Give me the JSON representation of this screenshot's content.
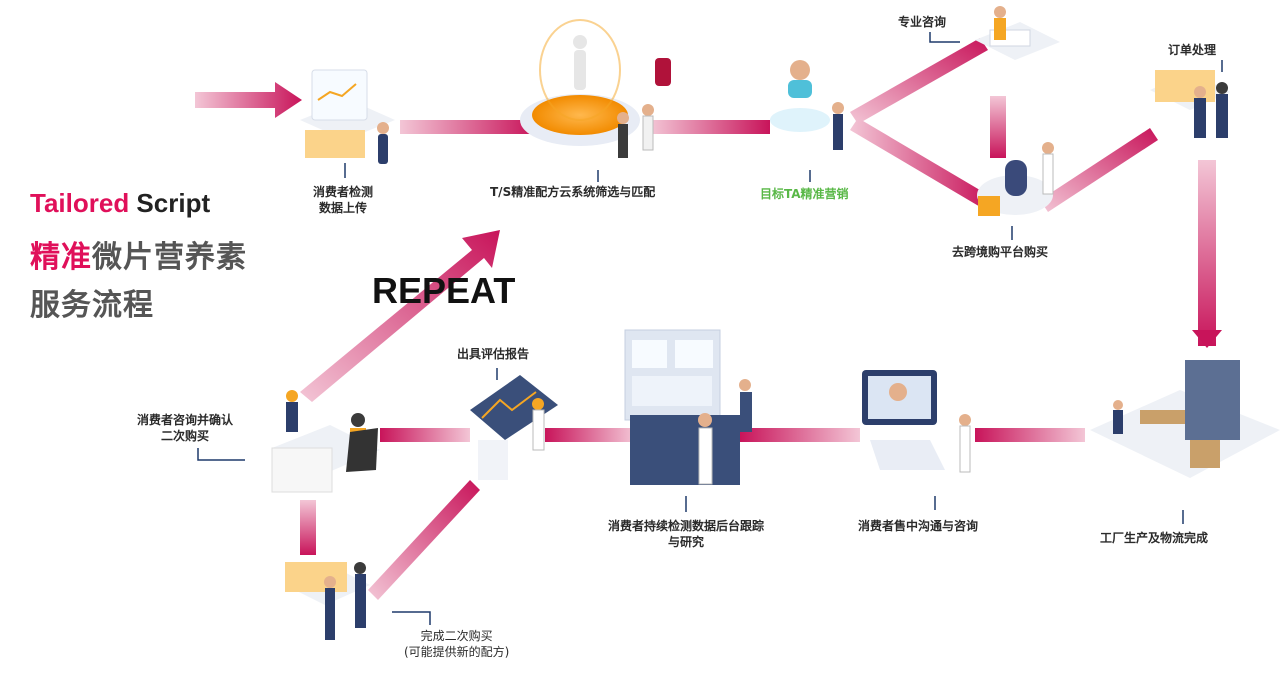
{
  "title": {
    "en_accent": "Tailored",
    "en_rest": " Script",
    "cn_line1_accent": "精准",
    "cn_line1_rest": "微片营养素",
    "cn_line2": "服务流程"
  },
  "repeat_label": "REPEAT",
  "steps": {
    "upload": "消费者检测\n数据上传",
    "cloud_match": "T/S精准配方云系统筛选与匹配",
    "target_marketing": "目标TA精准营销",
    "consult": "专业咨询",
    "crossborder": "去跨境购平台购买",
    "order": "订单处理",
    "factory": "工厂生产及物流完成",
    "communication": "消费者售中沟通与咨询",
    "tracking": "消费者持续检测数据后台跟踪\n与研究",
    "report": "出具评估报告",
    "repurchase_confirm": "消费者咨询并确认\n二次购买",
    "repurchase_done": "完成二次购买\n(可能提供新的配方)"
  },
  "colors": {
    "accent": "#e0105a",
    "arrow": "#c8145a",
    "arrow_light": "#f3c6d6",
    "green_label": "#59b847",
    "marker": "#1f3a6b",
    "platform": "#eef1f6",
    "orange": "#f5a623"
  }
}
